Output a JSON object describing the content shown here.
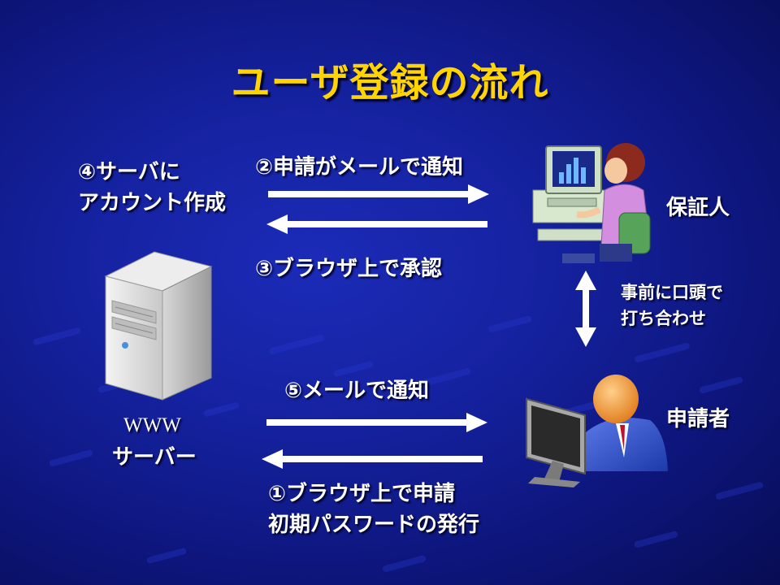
{
  "title": "ユーザ登録の流れ",
  "steps": {
    "step1_line1": "①ブラウザ上で申請",
    "step1_line2": "初期パスワードの発行",
    "step2": "②申請がメールで通知",
    "step3": "③ブラウザ上で承認",
    "step4_line1": "④サーバに",
    "step4_line2": "アカウント作成",
    "step5": "⑤メールで通知"
  },
  "actors": {
    "guarantor": "保証人",
    "applicant": "申請者",
    "server_line1": "WWW",
    "server_line2": "サーバー"
  },
  "note": {
    "line1": "事前に口頭で",
    "line2": "打ち合わせ"
  },
  "colors": {
    "title": "#ffd400",
    "background": "#1522a0",
    "text": "#ffffff"
  }
}
